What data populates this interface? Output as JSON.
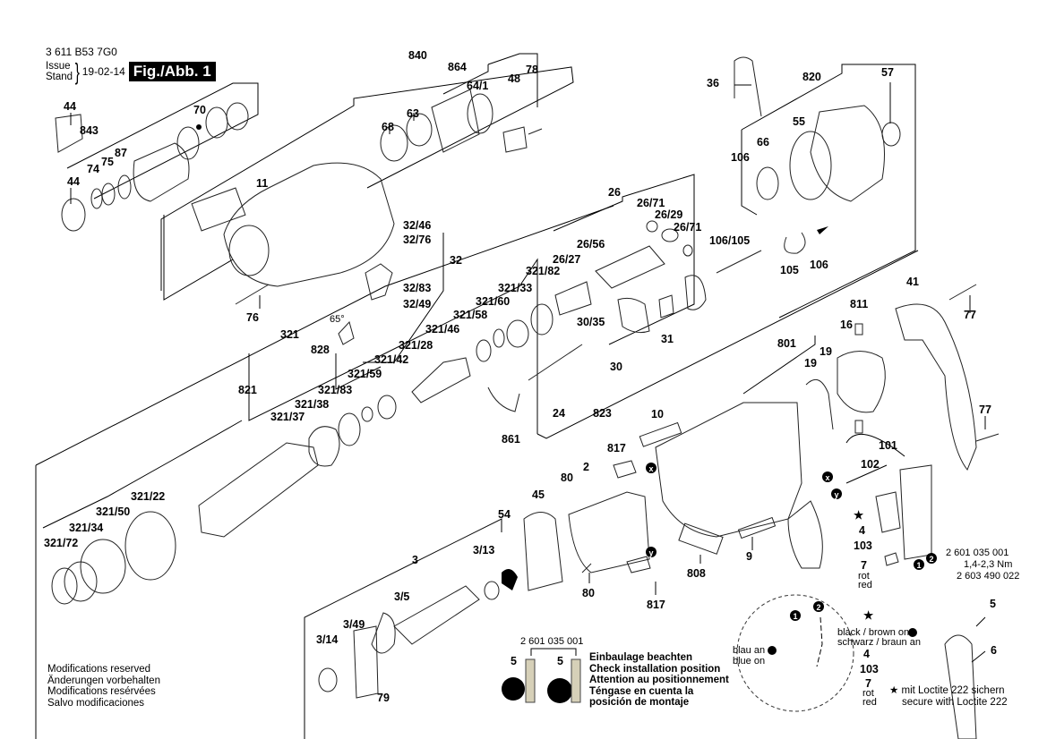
{
  "header": {
    "document_number": "3 611 B53 7G0",
    "issue_label": "Issue",
    "stand_label": "Stand",
    "issue_date": "19-02-14",
    "figure_label": "Fig./Abb. 1"
  },
  "modifications_note": [
    "Modifications reserved",
    "Änderungen vorbehalten",
    "Modifications resérvées",
    "Salvo modificaciones"
  ],
  "installation_note": {
    "part_number": "2 601 035 001",
    "callout": "5",
    "lines": [
      "Einbaulage beachten",
      "Check installation position",
      "Attention au positionnement",
      "Téngase en cuenta la",
      "posición de montaje"
    ]
  },
  "loctite_note": {
    "symbol": "★",
    "lines": [
      "mit Loctite 222 sichern",
      "secure with Loctite 222"
    ]
  },
  "wiring_detail": {
    "black_brown_en": "black / brown on",
    "black_brown_de": "schwarz / braun an",
    "blue_de": "blau an",
    "blue_en": "blue on",
    "marker_1": "1",
    "marker_2": "2",
    "label_4": "4",
    "label_103": "103",
    "label_7": "7",
    "rot": "rot",
    "red": "red",
    "star": "★"
  },
  "switch_spec": {
    "part_a": "2 601 035 001",
    "torque": "1,4-2,3 Nm",
    "part_b": "2 603 490 022"
  },
  "connector_markers": {
    "x": "x",
    "y": "y"
  },
  "part_labels": [
    {
      "id": "44a",
      "text": "44"
    },
    {
      "id": "843",
      "text": "843"
    },
    {
      "id": "74",
      "text": "74"
    },
    {
      "id": "75",
      "text": "75"
    },
    {
      "id": "87",
      "text": "87"
    },
    {
      "id": "44b",
      "text": "44"
    },
    {
      "id": "70",
      "text": "70"
    },
    {
      "id": "840",
      "text": "840"
    },
    {
      "id": "864",
      "text": "864"
    },
    {
      "id": "64_1",
      "text": "64/1"
    },
    {
      "id": "48",
      "text": "48"
    },
    {
      "id": "78",
      "text": "78"
    },
    {
      "id": "68",
      "text": "68"
    },
    {
      "id": "63",
      "text": "63"
    },
    {
      "id": "11",
      "text": "11"
    },
    {
      "id": "32_46",
      "text": "32/46"
    },
    {
      "id": "32_76",
      "text": "32/76"
    },
    {
      "id": "32",
      "text": "32"
    },
    {
      "id": "32_83",
      "text": "32/83"
    },
    {
      "id": "32_49",
      "text": "32/49"
    },
    {
      "id": "76",
      "text": "76"
    },
    {
      "id": "65deg",
      "text": "65°"
    },
    {
      "id": "36",
      "text": "36"
    },
    {
      "id": "820",
      "text": "820"
    },
    {
      "id": "57",
      "text": "57"
    },
    {
      "id": "55",
      "text": "55"
    },
    {
      "id": "66",
      "text": "66"
    },
    {
      "id": "106a",
      "text": "106"
    },
    {
      "id": "106_105",
      "text": "106/105"
    },
    {
      "id": "105",
      "text": "105"
    },
    {
      "id": "106b",
      "text": "106"
    },
    {
      "id": "26",
      "text": "26"
    },
    {
      "id": "26_71a",
      "text": "26/71"
    },
    {
      "id": "26_29",
      "text": "26/29"
    },
    {
      "id": "26_71b",
      "text": "26/71"
    },
    {
      "id": "26_56",
      "text": "26/56"
    },
    {
      "id": "26_27",
      "text": "26/27"
    },
    {
      "id": "321_82",
      "text": "321/82"
    },
    {
      "id": "321_33",
      "text": "321/33"
    },
    {
      "id": "321_60",
      "text": "321/60"
    },
    {
      "id": "321_58",
      "text": "321/58"
    },
    {
      "id": "321_46",
      "text": "321/46"
    },
    {
      "id": "321_28",
      "text": "321/28"
    },
    {
      "id": "321_42",
      "text": "321/42"
    },
    {
      "id": "321_59",
      "text": "321/59"
    },
    {
      "id": "321",
      "text": "321"
    },
    {
      "id": "828",
      "text": "828"
    },
    {
      "id": "821",
      "text": "821"
    },
    {
      "id": "321_83",
      "text": "321/83"
    },
    {
      "id": "321_38",
      "text": "321/38"
    },
    {
      "id": "321_37",
      "text": "321/37"
    },
    {
      "id": "321_22",
      "text": "321/22"
    },
    {
      "id": "321_50",
      "text": "321/50"
    },
    {
      "id": "321_34",
      "text": "321/34"
    },
    {
      "id": "321_72",
      "text": "321/72"
    },
    {
      "id": "30_35",
      "text": "30/35"
    },
    {
      "id": "31",
      "text": "31"
    },
    {
      "id": "30",
      "text": "30"
    },
    {
      "id": "24",
      "text": "24"
    },
    {
      "id": "861",
      "text": "861"
    },
    {
      "id": "823",
      "text": "823"
    },
    {
      "id": "41",
      "text": "41"
    },
    {
      "id": "77a",
      "text": "77"
    },
    {
      "id": "77b",
      "text": "77"
    },
    {
      "id": "811",
      "text": "811"
    },
    {
      "id": "16",
      "text": "16"
    },
    {
      "id": "801",
      "text": "801"
    },
    {
      "id": "19a",
      "text": "19"
    },
    {
      "id": "19b",
      "text": "19"
    },
    {
      "id": "10",
      "text": "10"
    },
    {
      "id": "817a",
      "text": "817"
    },
    {
      "id": "817b",
      "text": "817"
    },
    {
      "id": "2",
      "text": "2"
    },
    {
      "id": "80a",
      "text": "80"
    },
    {
      "id": "80b",
      "text": "80"
    },
    {
      "id": "45",
      "text": "45"
    },
    {
      "id": "54",
      "text": "54"
    },
    {
      "id": "3",
      "text": "3"
    },
    {
      "id": "3_13",
      "text": "3/13"
    },
    {
      "id": "3_5",
      "text": "3/5"
    },
    {
      "id": "3_49",
      "text": "3/49"
    },
    {
      "id": "3_14",
      "text": "3/14"
    },
    {
      "id": "79",
      "text": "79"
    },
    {
      "id": "808",
      "text": "808"
    },
    {
      "id": "9",
      "text": "9"
    },
    {
      "id": "101",
      "text": "101"
    },
    {
      "id": "102",
      "text": "102"
    },
    {
      "id": "4",
      "text": "4"
    },
    {
      "id": "103",
      "text": "103"
    },
    {
      "id": "7",
      "text": "7"
    },
    {
      "id": "5",
      "text": "5"
    },
    {
      "id": "6",
      "text": "6"
    }
  ]
}
